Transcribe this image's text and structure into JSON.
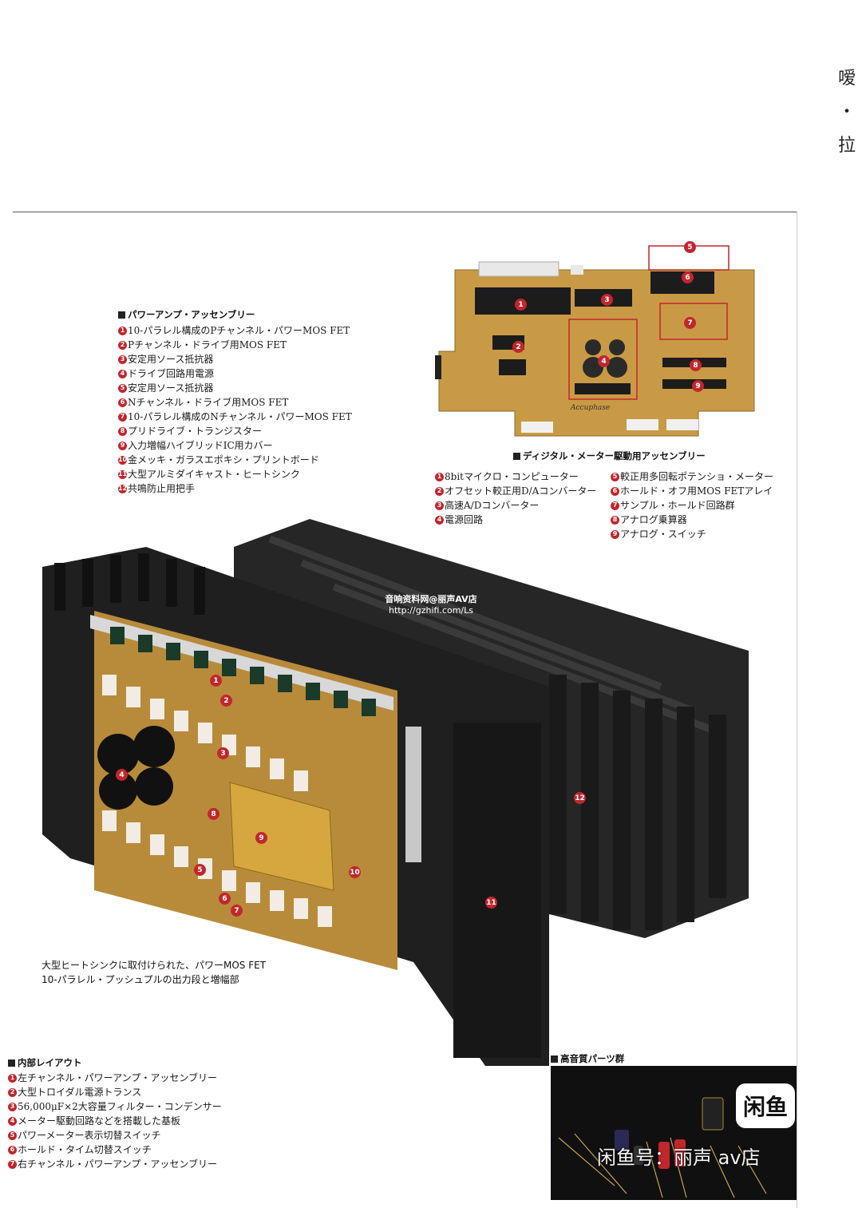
{
  "edge_text": [
    "嗳",
    "・",
    "拉"
  ],
  "power_amp": {
    "heading": "パワーアンプ・アッセンブリー",
    "items": [
      {
        "num": "1",
        "text": "10-パラレル構成のPチャンネル・パワーMOS FET"
      },
      {
        "num": "2",
        "text": "Pチャンネル・ドライブ用MOS FET"
      },
      {
        "num": "3",
        "text": "安定用ソース抵抗器"
      },
      {
        "num": "4",
        "text": "ドライブ回路用電源"
      },
      {
        "num": "5",
        "text": "安定用ソース抵抗器"
      },
      {
        "num": "6",
        "text": "Nチャンネル・ドライブ用MOS FET"
      },
      {
        "num": "7",
        "text": "10-パラレル構成のNチャンネル・パワーMOS FET"
      },
      {
        "num": "8",
        "text": "プリドライブ・トランジスター"
      },
      {
        "num": "9",
        "text": "入力増幅ハイブリッドIC用カバー"
      },
      {
        "num": "10",
        "text": "金メッキ・ガラスエポキシ・プリントボード"
      },
      {
        "num": "11",
        "text": "大型アルミダイキャスト・ヒートシンク"
      },
      {
        "num": "12",
        "text": "共鳴防止用把手"
      }
    ]
  },
  "meter_board": {
    "heading": "ディジタル・メーター駆動用アッセンブリー",
    "logo_text": "Accuphase",
    "items_left": [
      {
        "num": "1",
        "text": "8bitマイクロ・コンピューター"
      },
      {
        "num": "2",
        "text": "オフセット較正用D/Aコンバーター"
      },
      {
        "num": "3",
        "text": "高速A/Dコンバーター"
      },
      {
        "num": "4",
        "text": "電源回路"
      }
    ],
    "items_right": [
      {
        "num": "5",
        "text": "較正用多回転ポテンショ・メーター"
      },
      {
        "num": "6",
        "text": "ホールド・オフ用MOS FETアレイ"
      },
      {
        "num": "7",
        "text": "サンプル・ホールド回路群"
      },
      {
        "num": "8",
        "text": "アナログ乗算器"
      },
      {
        "num": "9",
        "text": "アナログ・スイッチ"
      }
    ]
  },
  "heatsink_caption": [
    "大型ヒートシンクに取付けられた、パワーMOS FET",
    "10-パラレル・プッシュプルの出力段と増幅部"
  ],
  "internal_layout": {
    "heading": "内部レイアウト",
    "items": [
      {
        "num": "1",
        "text": "左チャンネル・パワーアンプ・アッセンブリー"
      },
      {
        "num": "2",
        "text": "大型トロイダル電源トランス"
      },
      {
        "num": "3",
        "text": "56,000μF×2大容量フィルター・コンデンサー"
      },
      {
        "num": "4",
        "text": "メーター駆動回路などを搭載した基板"
      },
      {
        "num": "5",
        "text": "パワーメーター表示切替スイッチ"
      },
      {
        "num": "6",
        "text": "ホールド・タイム切替スイッチ"
      },
      {
        "num": "7",
        "text": "右チャンネル・パワーアンプ・アッセンブリー"
      }
    ]
  },
  "parts": {
    "heading": "高音質パーツ群"
  },
  "watermark_site": {
    "line1": "音响资料网@丽声AV店",
    "line2": "http://gzhifi.com/Ls"
  },
  "watermark_app": {
    "logo": "闲鱼",
    "text": "闲鱼号：丽声 av店"
  },
  "board_markers": [
    "1",
    "2",
    "3",
    "4",
    "5",
    "6",
    "7",
    "8",
    "9"
  ],
  "photo_markers": [
    "1",
    "2",
    "3",
    "4",
    "5",
    "6",
    "7",
    "8",
    "9",
    "10",
    "11",
    "12"
  ],
  "colors": {
    "marker": "#c1272d",
    "pcb": "#c99a45",
    "heatsink": "#1f1f1f"
  }
}
